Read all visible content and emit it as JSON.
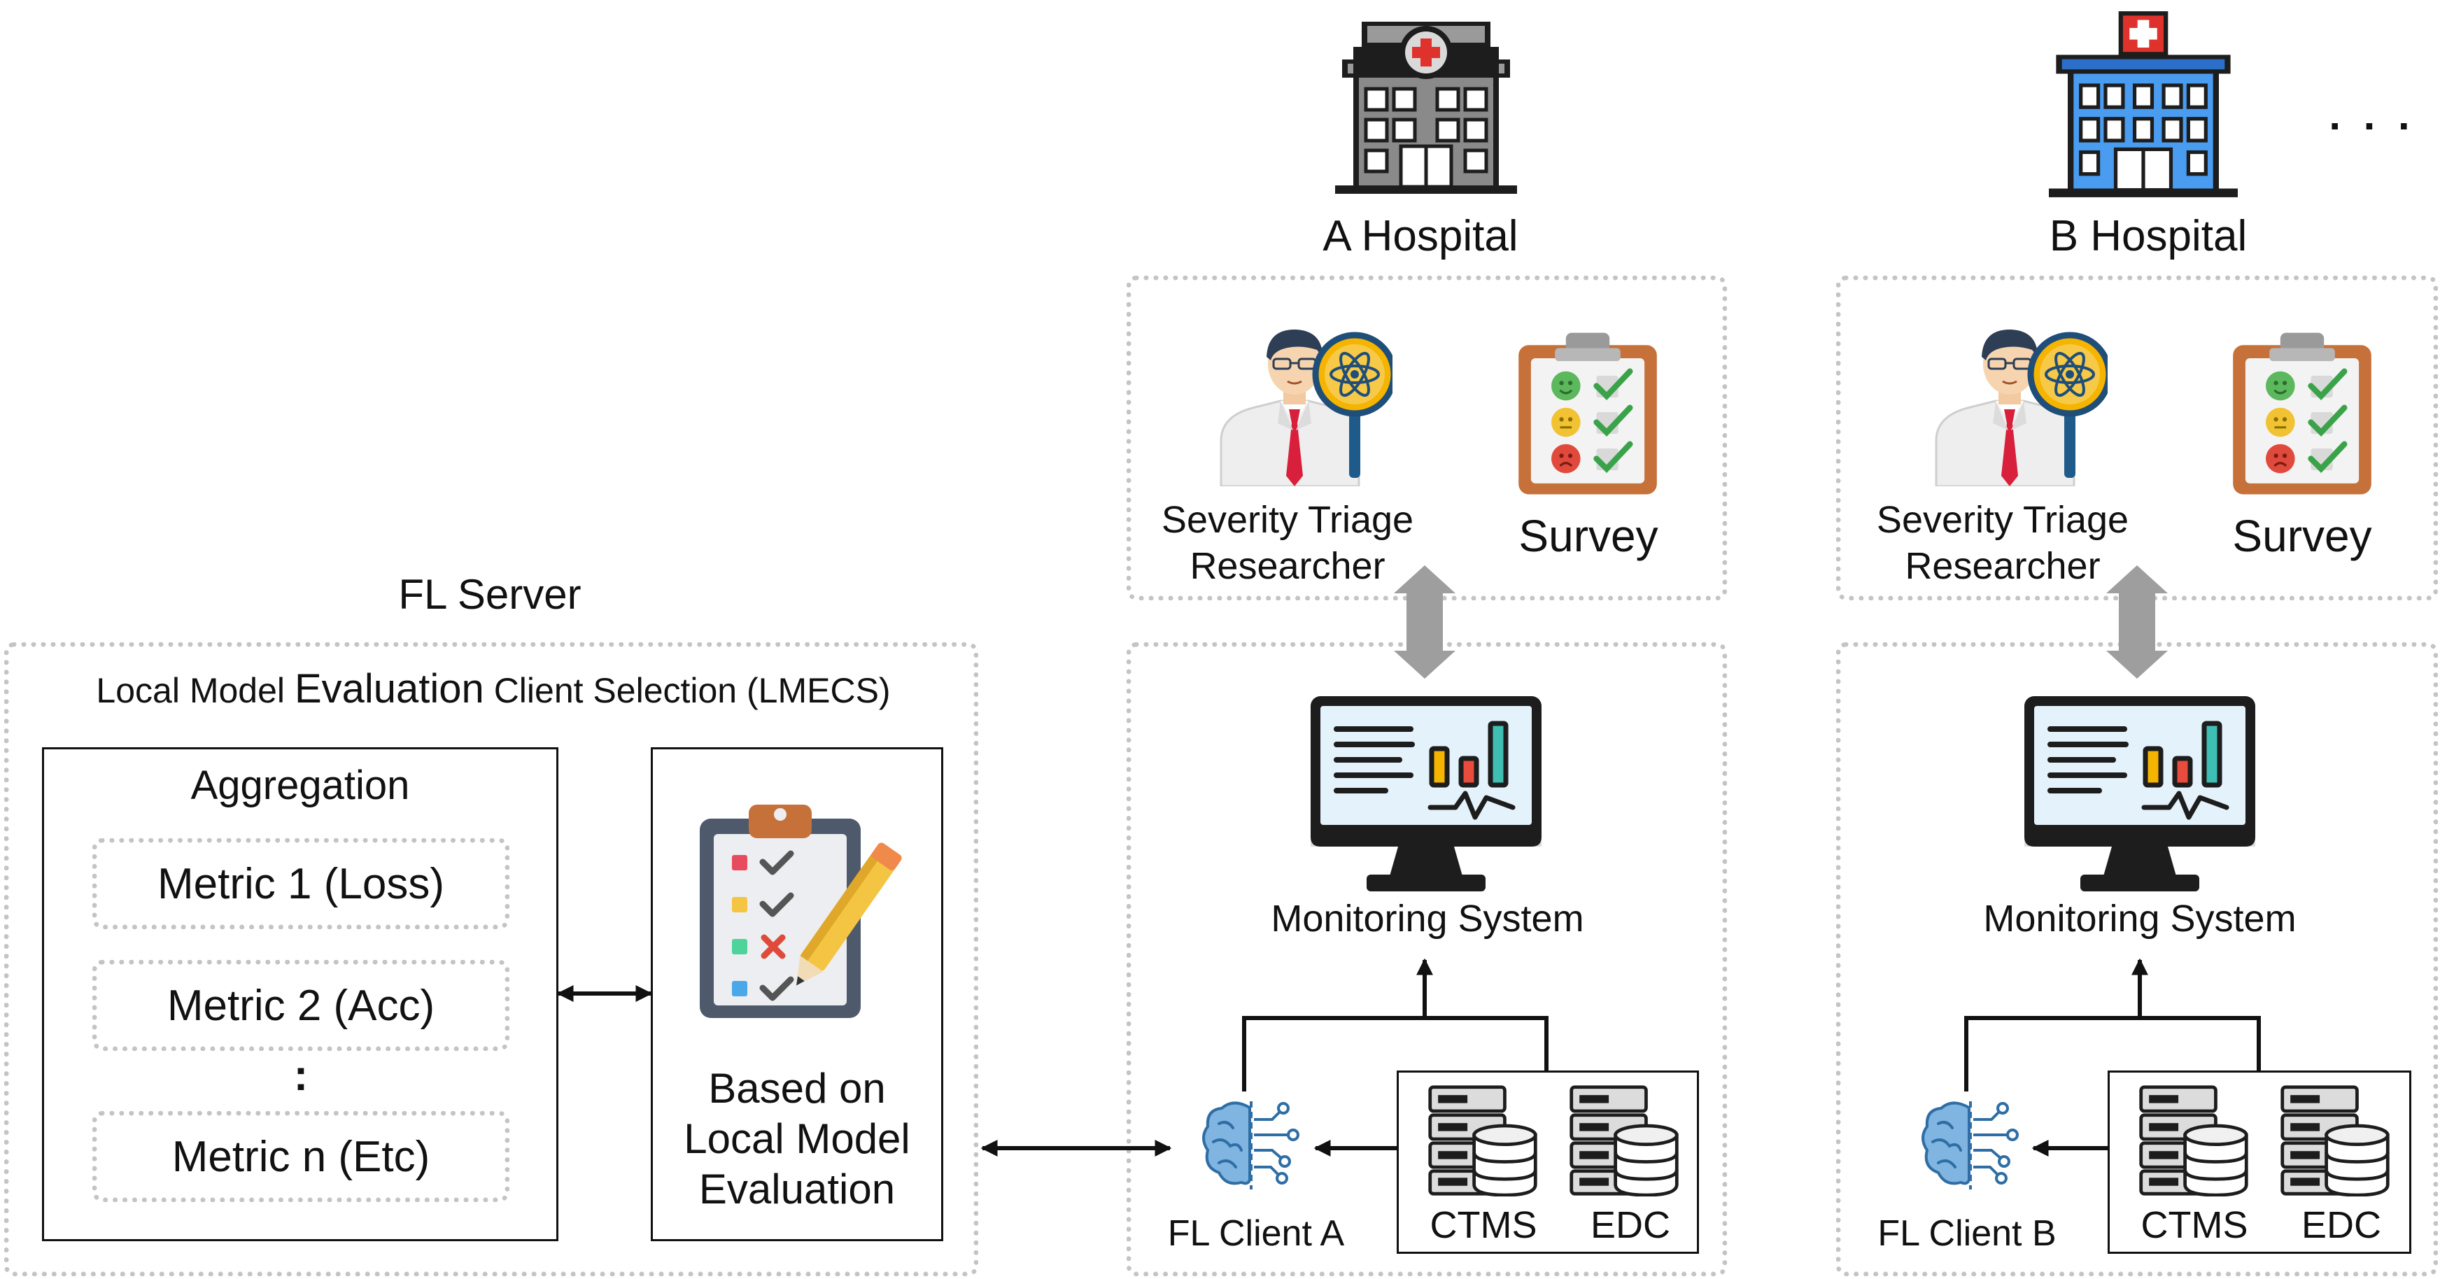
{
  "fl_server": {
    "title": "FL Server",
    "lmecs": {
      "prefix": "Local Model",
      "emph": "Evaluation",
      "suffix": "Client Selection (LMECS)"
    },
    "aggregation": {
      "title": "Aggregation",
      "metrics": [
        "Metric 1 (Loss)",
        "Metric 2 (Acc)",
        "Metric n (Etc)"
      ],
      "ellipsis": ":"
    },
    "evaluation_box": {
      "line1": "Based on",
      "line2": "Local Model",
      "line3": "Evaluation"
    }
  },
  "hospitals": [
    {
      "name": "A Hospital",
      "researcher_line1": "Severity Triage",
      "researcher_line2": "Researcher",
      "survey": "Survey",
      "monitoring": "Monitoring System",
      "client": "FL Client A",
      "db1": "CTMS",
      "db2": "EDC"
    },
    {
      "name": "B Hospital",
      "researcher_line1": "Severity Triage",
      "researcher_line2": "Researcher",
      "survey": "Survey",
      "monitoring": "Monitoring System",
      "client": "FL Client B",
      "db1": "CTMS",
      "db2": "EDC"
    }
  ],
  "more_hospitals": ". . .",
  "icons": [
    "hospital-building-icon",
    "researcher-icon",
    "survey-clipboard-icon",
    "monitor-icon",
    "brain-ai-icon",
    "server-database-icon",
    "checklist-clipboard-icon"
  ],
  "colors": {
    "dashed_border": "#c4c4c4",
    "double_arrow": "#9e9e9e",
    "hospital_a": "#8a8a8a",
    "hospital_b": "#3a8ee6",
    "monitor_screen": "#e4f2fb"
  }
}
